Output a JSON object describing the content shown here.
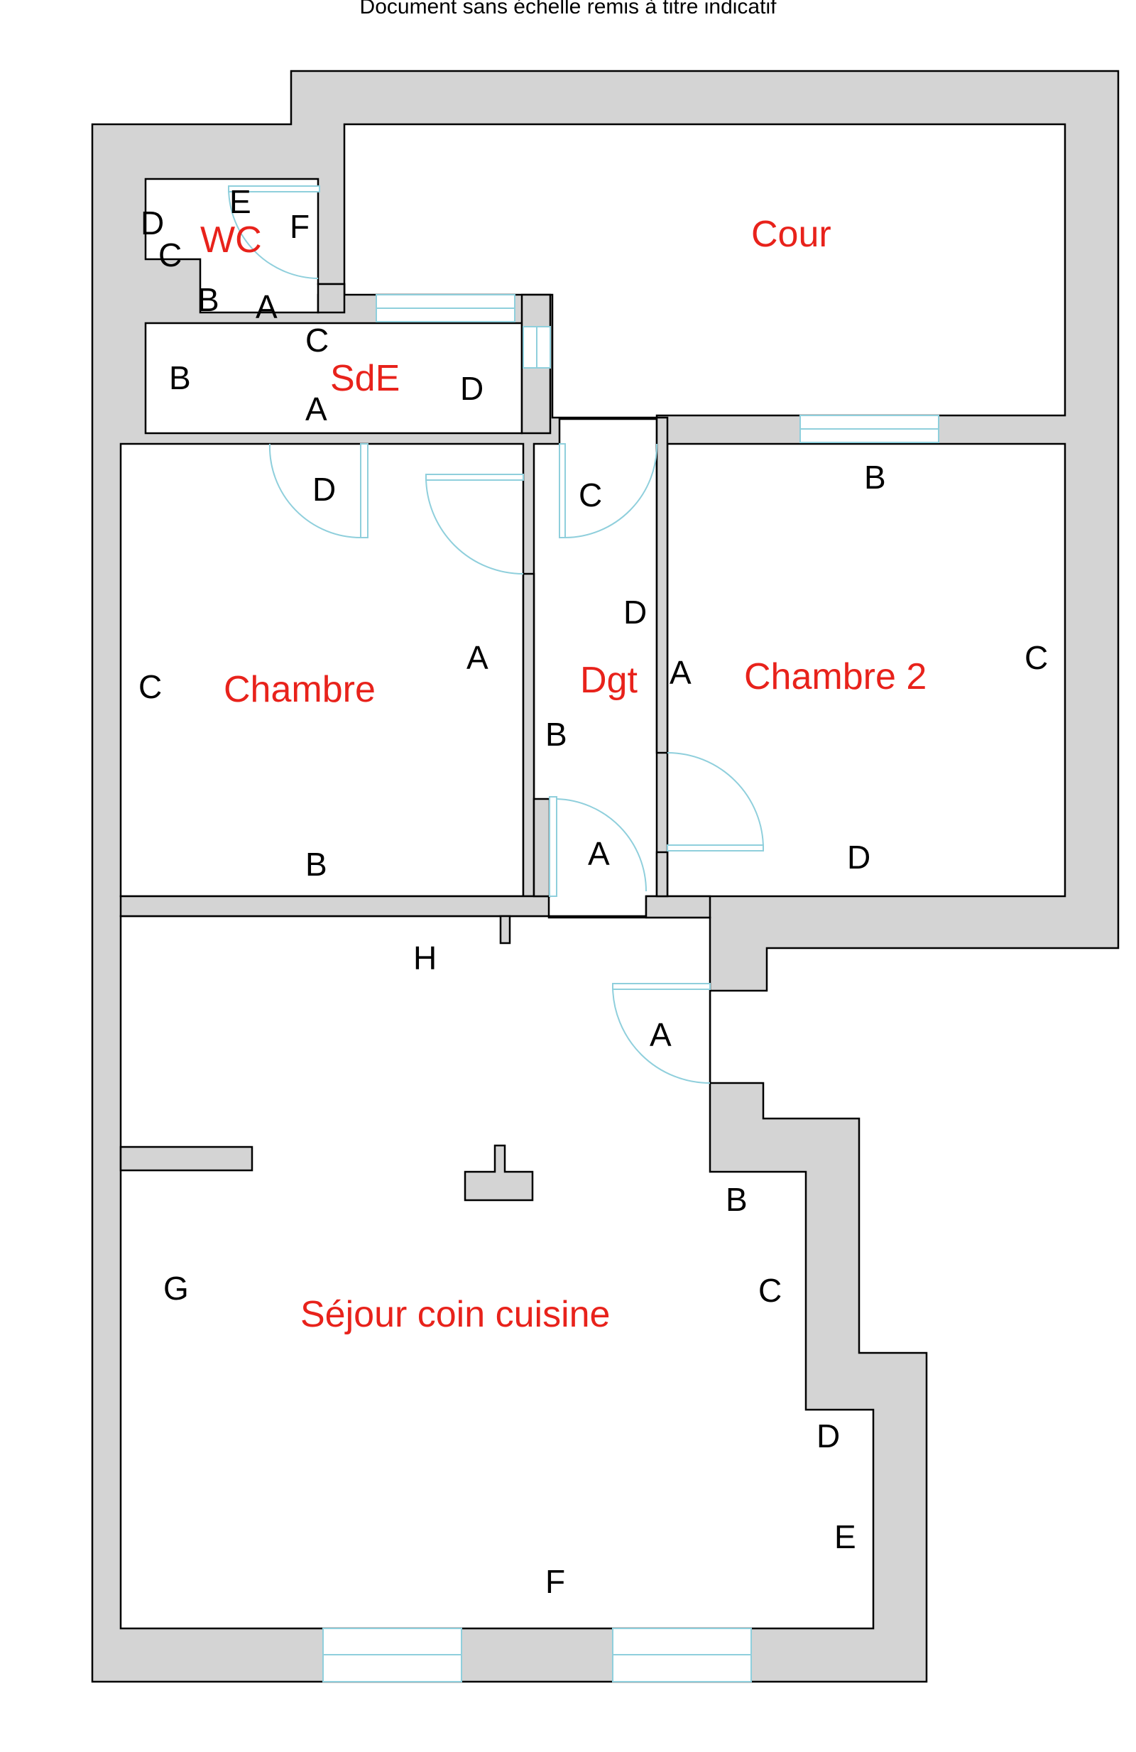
{
  "header": {
    "note": "Document sans échelle remis à titre indicatif"
  },
  "colors": {
    "wall": "#d4d4d4",
    "room_label": "#e8221b",
    "opening": "#8fcfdc"
  },
  "rooms": {
    "wc": "WC",
    "cour": "Cour",
    "sde": "SdE",
    "chambre": "Chambre",
    "dgt": "Dgt",
    "chambre2": "Chambre 2",
    "sejour": "Séjour coin cuisine"
  },
  "walls": {
    "wc": [
      "D",
      "C",
      "E",
      "F",
      "B",
      "A"
    ],
    "sde": [
      "C",
      "B",
      "A",
      "D"
    ],
    "chambre": [
      "D",
      "A",
      "C",
      "B"
    ],
    "dgt": [
      "C",
      "D",
      "B",
      "A"
    ],
    "chambre2": [
      "B",
      "A",
      "C",
      "D"
    ],
    "sejour": [
      "H",
      "A",
      "B",
      "G",
      "C",
      "D",
      "E",
      "F"
    ]
  }
}
